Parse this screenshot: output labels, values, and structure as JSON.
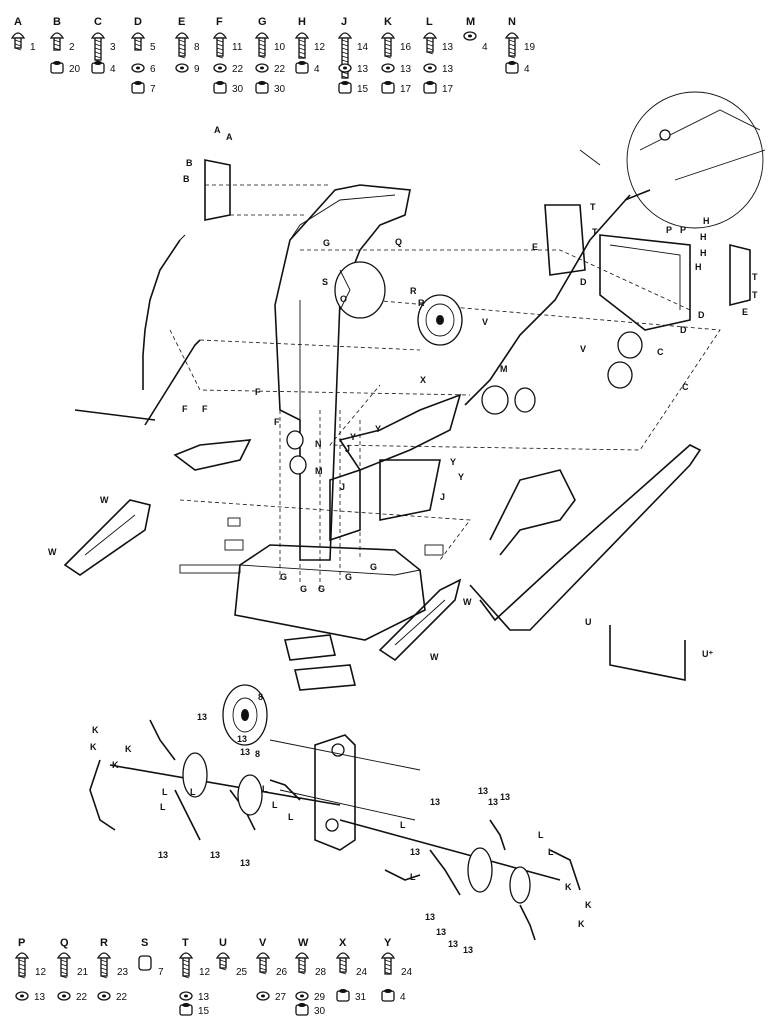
{
  "hardware_legend_top": [
    {
      "letter": "A",
      "ref": "1",
      "extras": []
    },
    {
      "letter": "B",
      "ref": "2",
      "extras": [
        "20"
      ]
    },
    {
      "letter": "C",
      "ref": "3",
      "extras": [
        "4"
      ]
    },
    {
      "letter": "D",
      "ref": "5",
      "extras": [
        "6",
        "7"
      ]
    },
    {
      "letter": "E",
      "ref": "8",
      "extras": [
        "9"
      ]
    },
    {
      "letter": "F",
      "ref": "11",
      "extras": [
        "22",
        "30"
      ]
    },
    {
      "letter": "G",
      "ref": "10",
      "extras": [
        "22",
        "30"
      ]
    },
    {
      "letter": "H",
      "ref": "12",
      "extras": [
        "4"
      ]
    },
    {
      "letter": "J",
      "ref": "14",
      "extras": [
        "13",
        "15"
      ]
    },
    {
      "letter": "K",
      "ref": "16",
      "extras": [
        "13",
        "17"
      ]
    },
    {
      "letter": "L",
      "ref": "13",
      "extras": [
        "13",
        "17"
      ]
    },
    {
      "letter": "M",
      "ref": "4",
      "extras": []
    },
    {
      "letter": "N",
      "ref": "19",
      "extras": [
        "4"
      ]
    }
  ],
  "hardware_legend_bottom": [
    {
      "letter": "P",
      "ref": "12",
      "extras": [
        "13"
      ]
    },
    {
      "letter": "Q",
      "ref": "21",
      "extras": [
        "22"
      ]
    },
    {
      "letter": "R",
      "ref": "23",
      "extras": [
        "22"
      ]
    },
    {
      "letter": "S",
      "ref": "7",
      "extras": []
    },
    {
      "letter": "T",
      "ref": "12",
      "extras": [
        "13",
        "15"
      ]
    },
    {
      "letter": "U",
      "ref": "25",
      "extras": []
    },
    {
      "letter": "V",
      "ref": "26",
      "extras": [
        "27"
      ]
    },
    {
      "letter": "W",
      "ref": "28",
      "extras": [
        "29",
        "30"
      ]
    },
    {
      "letter": "X",
      "ref": "24",
      "extras": [
        "31"
      ]
    },
    {
      "letter": "Y",
      "ref": "24",
      "extras": [
        "4"
      ]
    }
  ],
  "callouts": {
    "A": "A",
    "B": "B",
    "C": "C",
    "D": "D",
    "E": "E",
    "F": "F",
    "G": "G",
    "H": "H",
    "J": "J",
    "K": "K",
    "L": "L",
    "M": "M",
    "N": "N",
    "O": "O",
    "P": "P",
    "Q": "Q",
    "R": "R",
    "S": "S",
    "T": "T",
    "U": "U",
    "V": "V",
    "W": "W",
    "X": "X",
    "Y": "Y",
    "n13": "13",
    "n8": "8",
    "u_plus": "U⁺"
  }
}
